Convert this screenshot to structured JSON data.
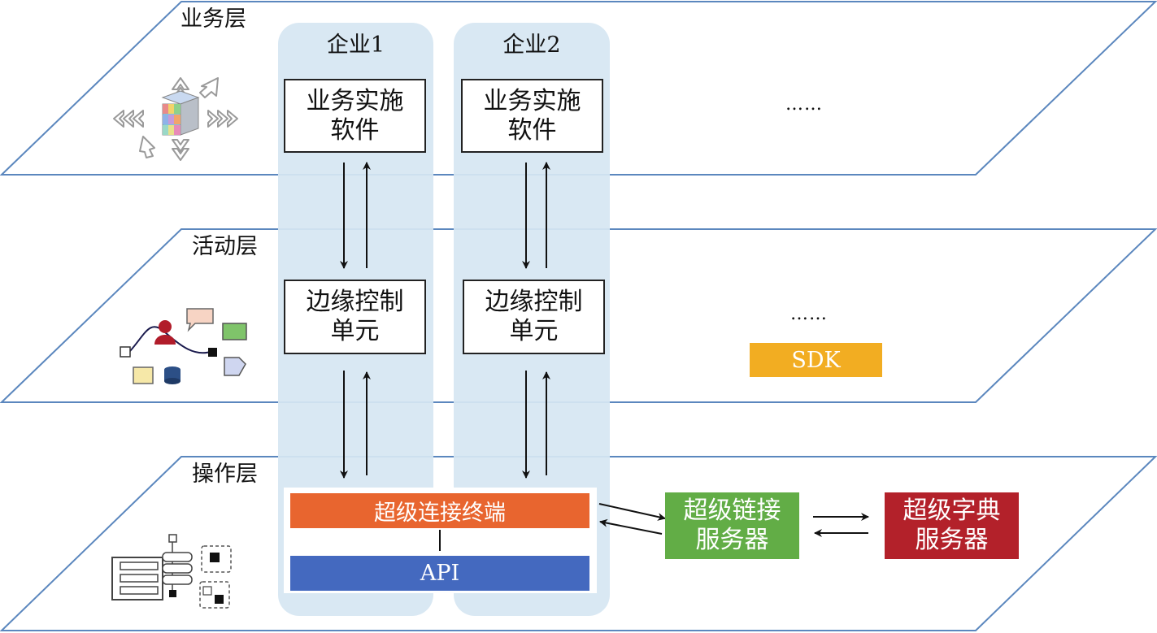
{
  "layers": {
    "business": "业务层",
    "activity": "活动层",
    "operation": "操作层"
  },
  "enterprises": [
    {
      "title": "企业1",
      "software_lines": [
        "业务实施",
        "软件"
      ],
      "edge_lines": [
        "边缘控制",
        "单元"
      ]
    },
    {
      "title": "企业2",
      "software_lines": [
        "业务实施",
        "软件"
      ],
      "edge_lines": [
        "边缘控制",
        "单元"
      ]
    }
  ],
  "ellipsis_business": "……",
  "ellipsis_activity": "……",
  "sdk_label": "SDK",
  "terminal_label": "超级连接终端",
  "api_label": "API",
  "link_server_lines": [
    "超级链接",
    "服务器"
  ],
  "dict_server_lines": [
    "超级字典",
    "服务器"
  ],
  "colors": {
    "plane_stroke": "#5b87be",
    "column_fill": "#d6e6f2",
    "sdk": "#f2ad22",
    "terminal": "#e8652f",
    "api": "#4469bf",
    "link_server": "#62ad46",
    "dict_server": "#b3212a"
  },
  "icons": [
    "cube-arrows-icon",
    "workflow-graph-icon",
    "form-structure-icon"
  ]
}
